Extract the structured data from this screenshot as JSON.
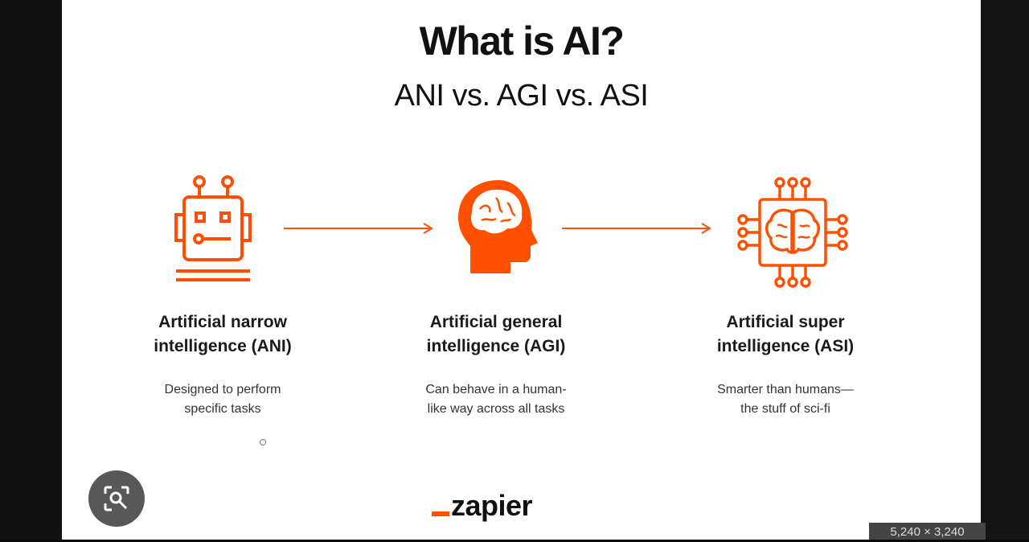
{
  "slide": {
    "title": "What is AI?",
    "subtitle": "ANI vs. AGI vs. ASI",
    "columns": [
      {
        "title_line1": "Artificial narrow",
        "title_line2": "intelligence (ANI)",
        "desc_line1": "Designed to perform",
        "desc_line2": "specific tasks",
        "icon": "robot-icon"
      },
      {
        "title_line1": "Artificial general",
        "title_line2": "intelligence (AGI)",
        "desc_line1": "Can behave in a human-",
        "desc_line2": "like way across all tasks",
        "icon": "head-brain-icon"
      },
      {
        "title_line1": "Artificial super",
        "title_line2": "intelligence (ASI)",
        "desc_line1": "Smarter than humans—",
        "desc_line2": "the stuff of sci-fi",
        "icon": "chip-brain-icon"
      }
    ],
    "logo_text": "zapier",
    "accent_color": "#ff4f00"
  },
  "overlay": {
    "lens_icon": "visual-search-icon",
    "image_dimensions": "5,240 × 3,240"
  }
}
